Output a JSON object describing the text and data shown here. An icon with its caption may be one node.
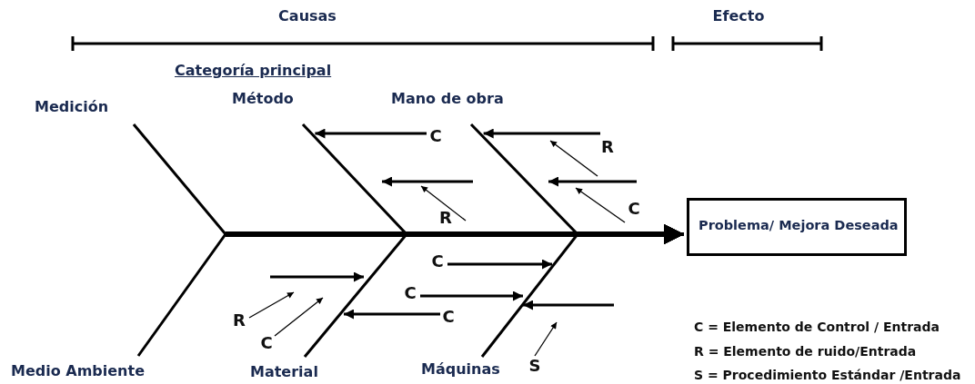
{
  "diagram": {
    "nodes": [
      {
        "text": [
          "Medición"
        ]
      },
      {
        "text": [
          "Método"
        ]
      },
      {
        "text": [
          "Mano de obra"
        ]
      },
      {
        "text": [
          "C"
        ]
      },
      {
        "text": [
          "R"
        ]
      },
      {
        "text": [
          "C"
        ]
      },
      {
        "text": [
          "R"
        ]
      },
      {
        "text": [
          "Problema/ Mejora Deseada"
        ]
      },
      {
        "text": [
          "C"
        ]
      },
      {
        "text": [
          "C"
        ]
      },
      {
        "text": [
          "C"
        ]
      },
      {
        "text": [
          "R"
        ]
      },
      {
        "text": [
          "C"
        ]
      },
      {
        "text": [
          "S"
        ]
      },
      {
        "text": [
          "Medio Ambiente"
        ]
      },
      {
        "text": [
          "Material"
        ]
      },
      {
        "text": [
          "Máquinas"
        ]
      }
    ],
    "edges": [
      {
        "from": 0,
        "to": 7,
        "arrow": "to"
      },
      {
        "from": 1,
        "to": 7,
        "arrow": "to"
      },
      {
        "from": 2,
        "to": 7,
        "arrow": "to"
      },
      {
        "from": 3,
        "to": 1,
        "arrow": "to"
      },
      {
        "from": 4,
        "to": 2,
        "arrow": "to"
      },
      {
        "from": 5,
        "to": null,
        "arrow": "to"
      },
      {
        "from": 6,
        "to": null,
        "arrow": "to"
      },
      {
        "from": 8,
        "to": null,
        "arrow": "to"
      },
      {
        "from": 9,
        "to": null,
        "arrow": "to"
      },
      {
        "from": 10,
        "to": 15,
        "arrow": "to"
      },
      {
        "from": 11,
        "to": null,
        "arrow": "to"
      },
      {
        "from": 12,
        "to": null,
        "arrow": "to"
      },
      {
        "from": 13,
        "to": null,
        "arrow": "to"
      },
      {
        "from": 14,
        "to": 7,
        "arrow": "to"
      },
      {
        "from": 15,
        "to": 7,
        "arrow": "to"
      },
      {
        "from": 16,
        "to": 7,
        "arrow": "to"
      }
    ],
    "labels": [
      "Causas",
      "Efecto",
      "Categoría principal",
      "C = Elemento de Control / Entrada",
      "R = Elemento de ruido/Entrada",
      "S = Procedimiento Estándar /Entrada"
    ]
  }
}
